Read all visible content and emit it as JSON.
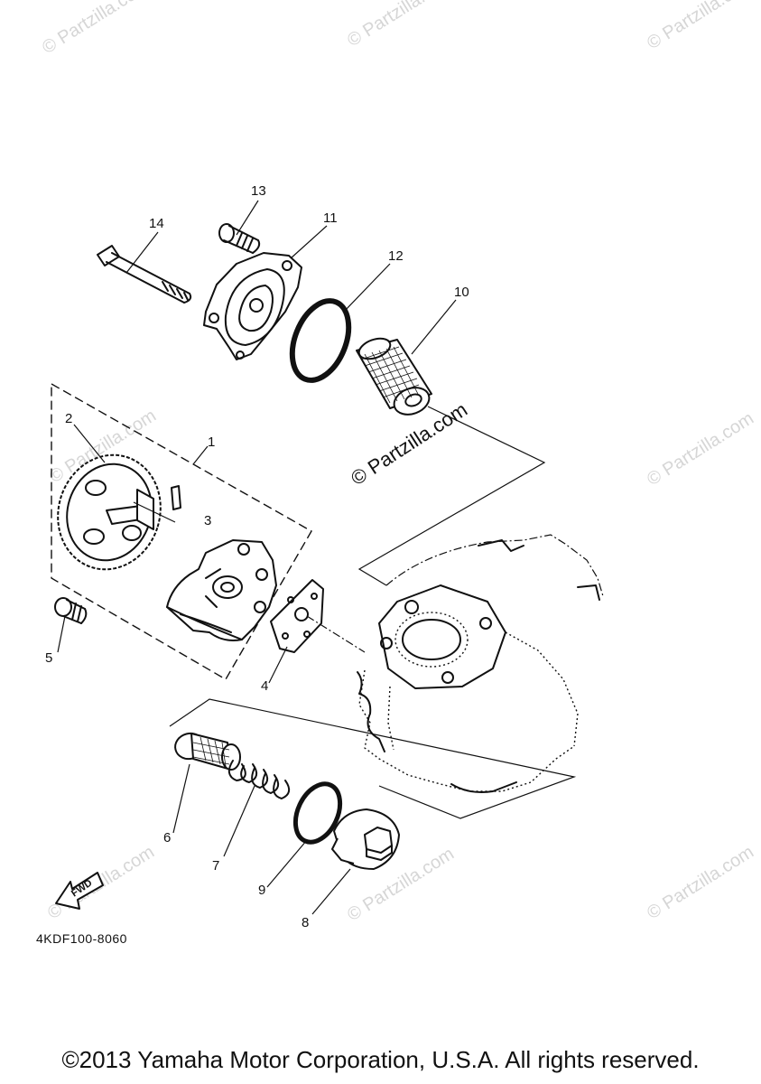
{
  "diagram": {
    "callouts": {
      "p1": "1",
      "p2": "2",
      "p3": "3",
      "p4": "4",
      "p5": "5",
      "p6": "6",
      "p7": "7",
      "p8": "8",
      "p9": "9",
      "p10": "10",
      "p11": "11",
      "p12": "12",
      "p13": "13",
      "p14": "14"
    },
    "drawing_number": "4KDF100-8060",
    "fwd_label": "FWD",
    "watermark": "© Partzilla.com",
    "center_watermark": "© Partzilla.com",
    "copyright": "©2013 Yamaha Motor Corporation, U.S.A. All rights reserved."
  }
}
